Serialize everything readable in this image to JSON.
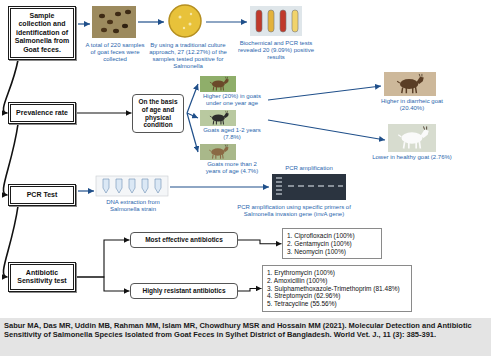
{
  "diagram": {
    "caption": "Sabur MA, Das MR, Uddin MB, Rahman MM, Islam MR, Chowdhury MSR and Hossain MM (2021). Molecular Detection and Antibiotic Sensitivity of Salmonella Species Isolated from Goat Feces in Sylhet District of Bangladesh. World Vet. J., 11 (3): 385-391.",
    "nodes": [
      {
        "text": [
          "Sample collection and identification of Salmonella from Goat feces."
        ]
      },
      {
        "text": [
          "Prevalence rate"
        ]
      },
      {
        "text": [
          "On the basis of age and physical condition"
        ]
      },
      {
        "text": [
          "PCR Test"
        ]
      },
      {
        "text": [
          "Antibiotic Sensitivity test"
        ]
      },
      {
        "text": [
          "Most effective antibiotics"
        ]
      },
      {
        "text": [
          "1. Ciprofloxacin (100%)",
          "2. Gentamycin (100%)",
          "3. Neomycin (100%)"
        ]
      },
      {
        "text": [
          "Highly resistant antibiotics"
        ]
      },
      {
        "text": [
          "1. Erythromycin (100%)",
          "2. Amoxicillin (100%)",
          "3. Sulphamethoxazole-Trimethoprim (81.48%)",
          "4. Streptomycin (62.96%)",
          "5. Tetracycline (55.56%)"
        ]
      }
    ],
    "edges": [
      {
        "from": 0,
        "to": 1,
        "arrow": "to"
      },
      {
        "from": 1,
        "to": 3,
        "arrow": "to"
      },
      {
        "from": 3,
        "to": 4,
        "arrow": "to"
      },
      {
        "from": 1,
        "to": 2,
        "arrow": "to"
      },
      {
        "from": 4,
        "to": 5,
        "arrow": "to"
      },
      {
        "from": 5,
        "to": 6,
        "arrow": "to"
      },
      {
        "from": 4,
        "to": 7,
        "arrow": "to"
      },
      {
        "from": 7,
        "to": 8,
        "arrow": "to"
      }
    ],
    "labels": [
      "A total of 220 samples of goat feces were collected",
      "By using a traditional culture approach, 27 (12.27%) of the samples tested positive for Salmonella",
      "Biochemical and PCR tests revealed 20 (9.09%) positive results",
      "Higher (20%) in goats under one year age",
      "Goats aged 1-2 years (7.8%)",
      "Goats more than 2 years of age (4.7%)",
      "Higher in diarrheic goat (20.40%)",
      "Lower in healthy goat (2.76%)",
      "DNA extraction from Salmonella strain",
      "PCR amplification",
      "PCR amplification using specific primers of Salmonella invasion gene (invA gene)"
    ]
  }
}
